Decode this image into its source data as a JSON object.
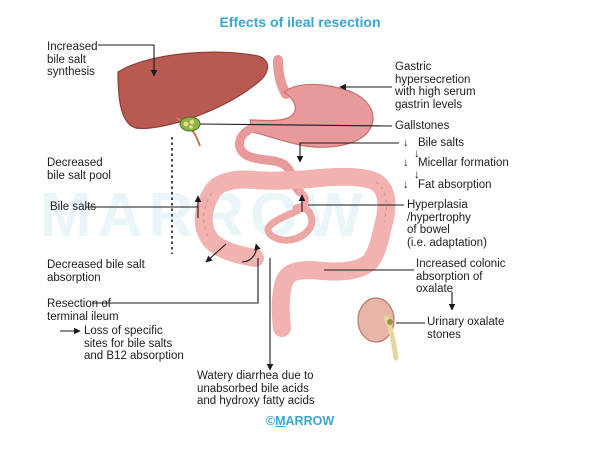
{
  "title": "Effects of ileal resection",
  "watermark": "MARROW",
  "brand": {
    "symbol": "©",
    "first_letter": "M",
    "rest": "ARROW"
  },
  "colors": {
    "title": "#3aa6d6",
    "liver": "#b85a52",
    "stomach": "#e89a9a",
    "colon": "#f2b2b0",
    "gallstones": "#6f9a3c",
    "kidney": "#e7b6a8"
  },
  "labels": {
    "increased_bile_salt_synthesis": "Increased\nbile salt\nsynthesis",
    "gastric_hypersecretion": "Gastric\nhypersecretion\nwith high serum\ngastrin levels",
    "gallstones": "Gallstones",
    "decreased_bile_salt_pool": "Decreased\nbile salt pool",
    "bile_salts_right": "Bile salts",
    "micellar_formation": "Micellar formation",
    "fat_absorption": "Fat absorption",
    "bile_salts_left": "Bile salts",
    "hyperplasia": "Hyperplasia\n/hypertrophy\nof bowel\n(i.e. adaptation)",
    "decreased_absorption": "Decreased bile salt\nabsorption",
    "increased_oxalate": "Increased colonic\nabsorption of\noxalate",
    "resection": "Resection of\nterminal ileum",
    "loss_sites": "Loss of specific\nsites for bile salts\nand B12 absorption",
    "urinary_oxalate": "Urinary oxalate\nstones",
    "watery_diarrhea": "Watery diarrhea due to\nunabsorbed bile acids\nand hydroxy fatty acids",
    "down_arrow_glyph": "↓"
  }
}
